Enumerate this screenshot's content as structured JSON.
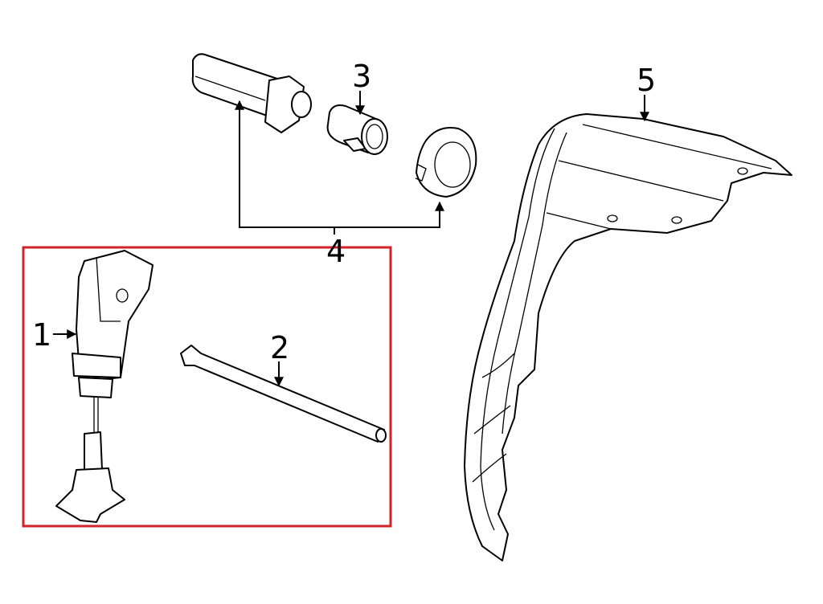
{
  "diagram": {
    "callouts": [
      {
        "id": "1",
        "label": "1"
      },
      {
        "id": "2",
        "label": "2"
      },
      {
        "id": "3",
        "label": "3"
      },
      {
        "id": "4",
        "label": "4"
      },
      {
        "id": "5",
        "label": "5"
      }
    ],
    "highlight_color": "#d2232a"
  }
}
